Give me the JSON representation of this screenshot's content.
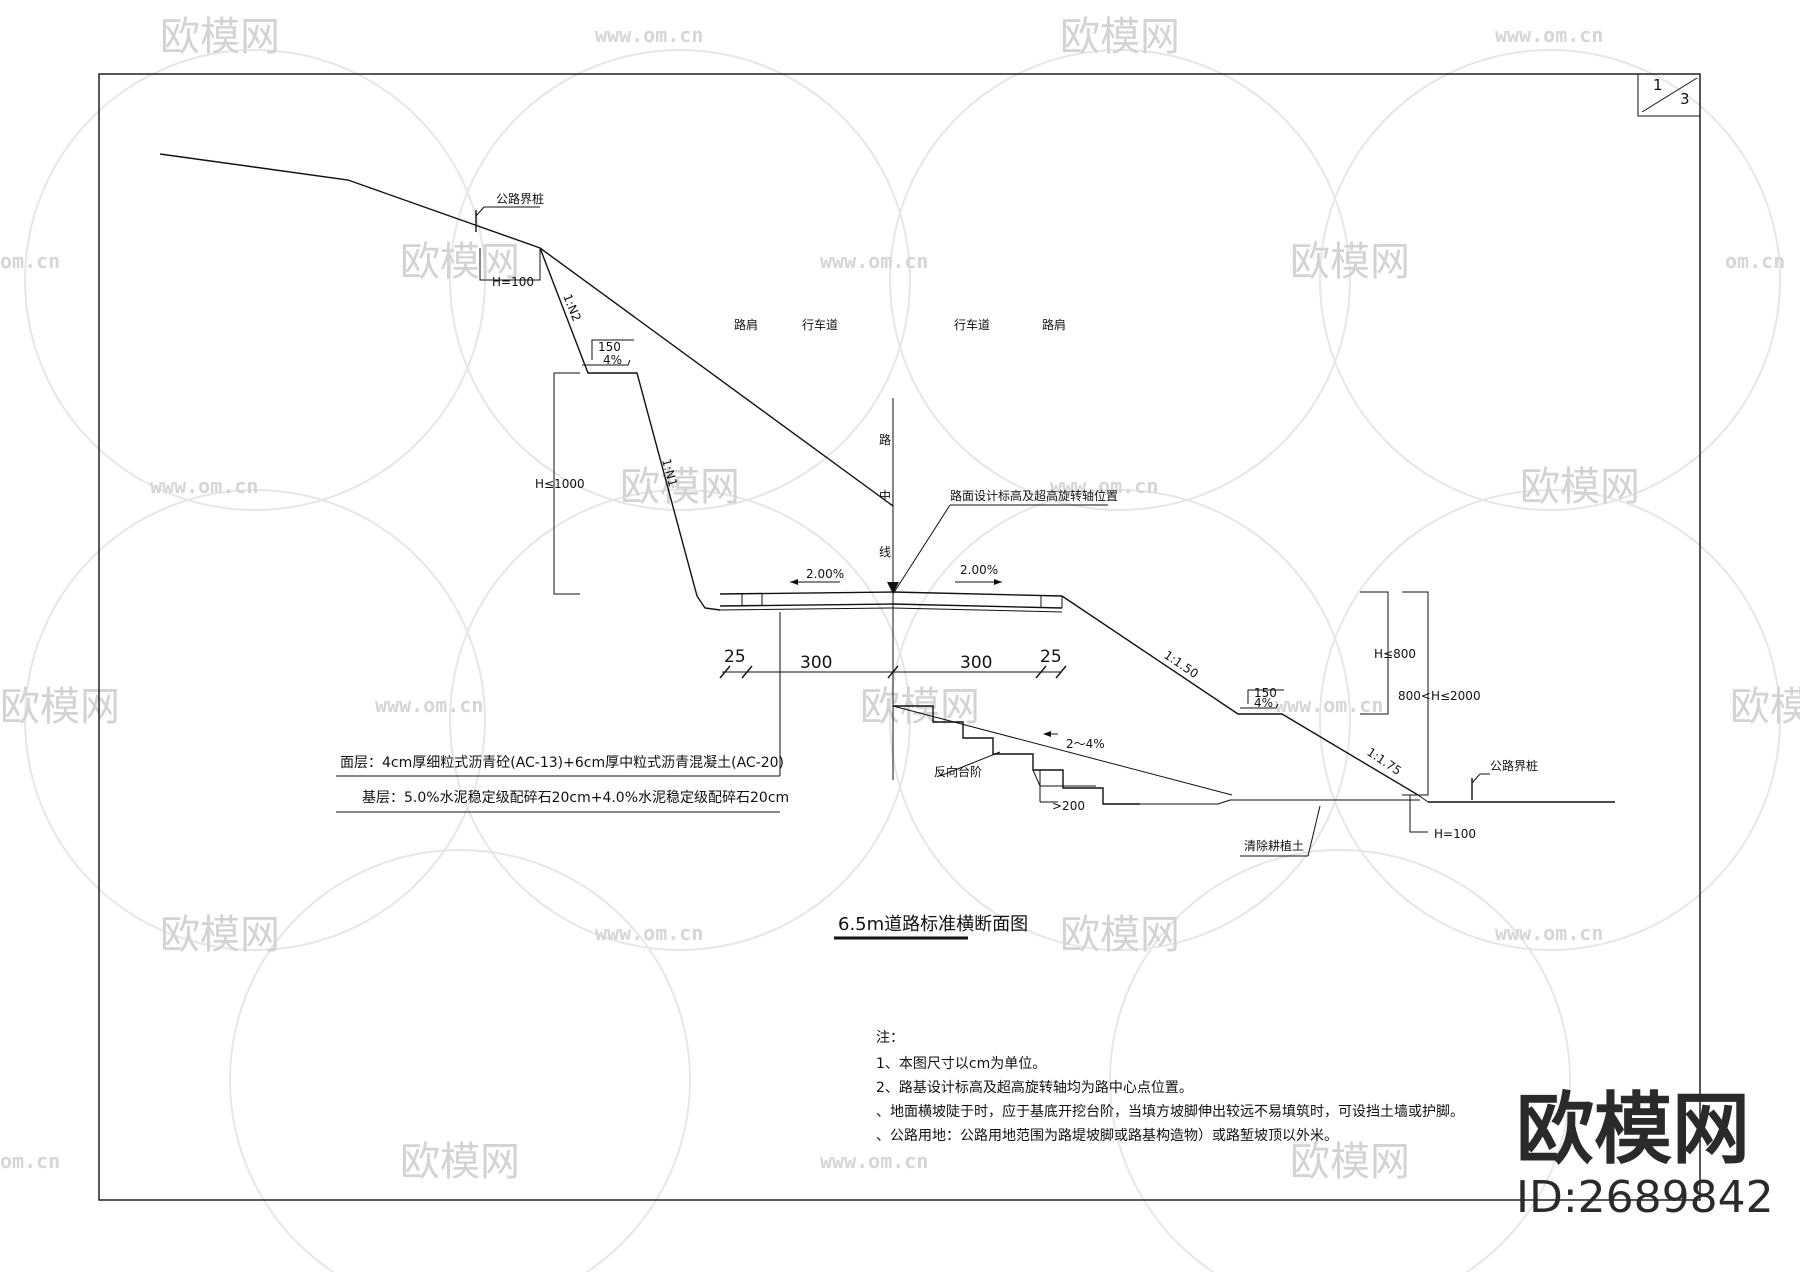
{
  "watermarks": {
    "brand": "欧模网",
    "url": "www.om.cn",
    "url_short": "om.cn"
  },
  "sheet": {
    "numerator": "1",
    "denominator": "3"
  },
  "labels": {
    "boundary_stake_left": "公路界桩",
    "boundary_stake_right": "公路界桩",
    "h100_left": "H=100",
    "h100_right": "H=100",
    "slope_n2": "1:N2",
    "slope_n1": "1:N1",
    "berm_width_left": "150",
    "berm_slope_left": "4%",
    "h_le_1000": "H≤1000",
    "shoulder_left": "路肩",
    "lane_left": "行车道",
    "lane_right": "行车道",
    "shoulder_right": "路肩",
    "centerline_1": "路",
    "centerline_2": "中",
    "centerline_3": "线",
    "design_elevation": "路面设计标高及超高旋转轴位置",
    "crossfall_left": "2.00%",
    "crossfall_right": "2.00%",
    "fill_slope_1": "1:1.50",
    "fill_slope_2": "1:1.75",
    "berm_width_right": "150",
    "berm_slope_right": "4%",
    "h_le_800": "H≤800",
    "h_range": "800<H≤2000",
    "reverse_step": "反向台阶",
    "step_slope": "2～4%",
    "step_width": ">200",
    "clear_soil": "清除耕植土"
  },
  "dimensions": {
    "d1": "25",
    "d2": "300",
    "d3": "300",
    "d4": "25"
  },
  "layers": {
    "surface": "面层：4cm厚细粒式沥青砼(AC-13)+6cm厚中粒式沥青混凝土(AC-20)",
    "base": "基层：5.0%水泥稳定级配碎石20cm+4.0%水泥稳定级配碎石20cm"
  },
  "title": "6.5m道路标准横断面图",
  "notes": {
    "heading": "注：",
    "n1": "1、本图尺寸以cm为单位。",
    "n2": "2、路基设计标高及超高旋转轴均为路中心点位置。",
    "n3": "、地面横坡陡于时，应于基底开挖台阶，当填方坡脚伸出较远不易填筑时，可设挡土墙或护脚。",
    "n4": "、公路用地：公路用地范围为路堤坡脚或路基构造物）或路堑坡顶以外米。"
  },
  "brand_mark": {
    "name": "欧模网",
    "id": "ID:2689842"
  }
}
